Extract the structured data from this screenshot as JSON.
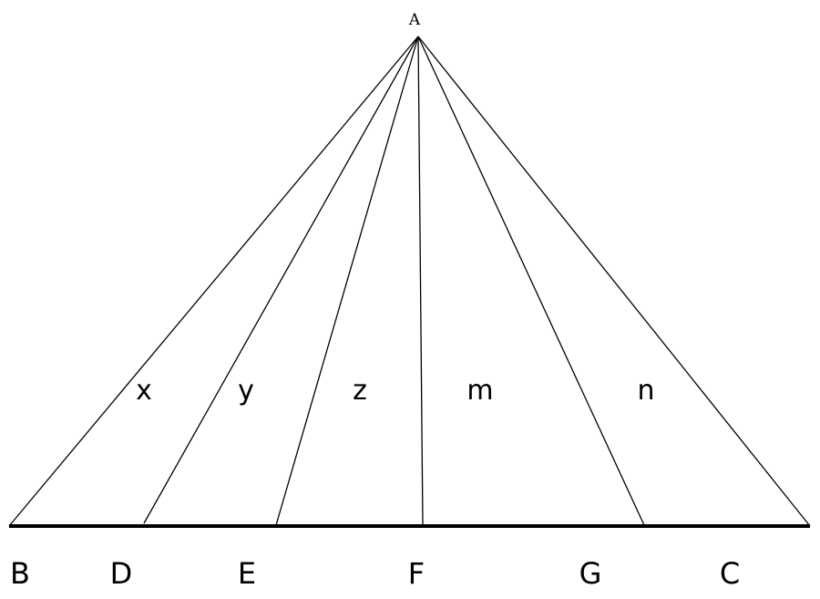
{
  "diagram": {
    "apex": {
      "label": "A"
    },
    "base_points": [
      {
        "label": "B"
      },
      {
        "label": "D"
      },
      {
        "label": "E"
      },
      {
        "label": "F"
      },
      {
        "label": "G"
      },
      {
        "label": "C"
      }
    ],
    "angle_labels": [
      {
        "label": "x"
      },
      {
        "label": "y"
      },
      {
        "label": "z"
      },
      {
        "label": "m"
      },
      {
        "label": "n"
      }
    ],
    "colors": {
      "line": "#000000",
      "background": "#ffffff"
    }
  }
}
